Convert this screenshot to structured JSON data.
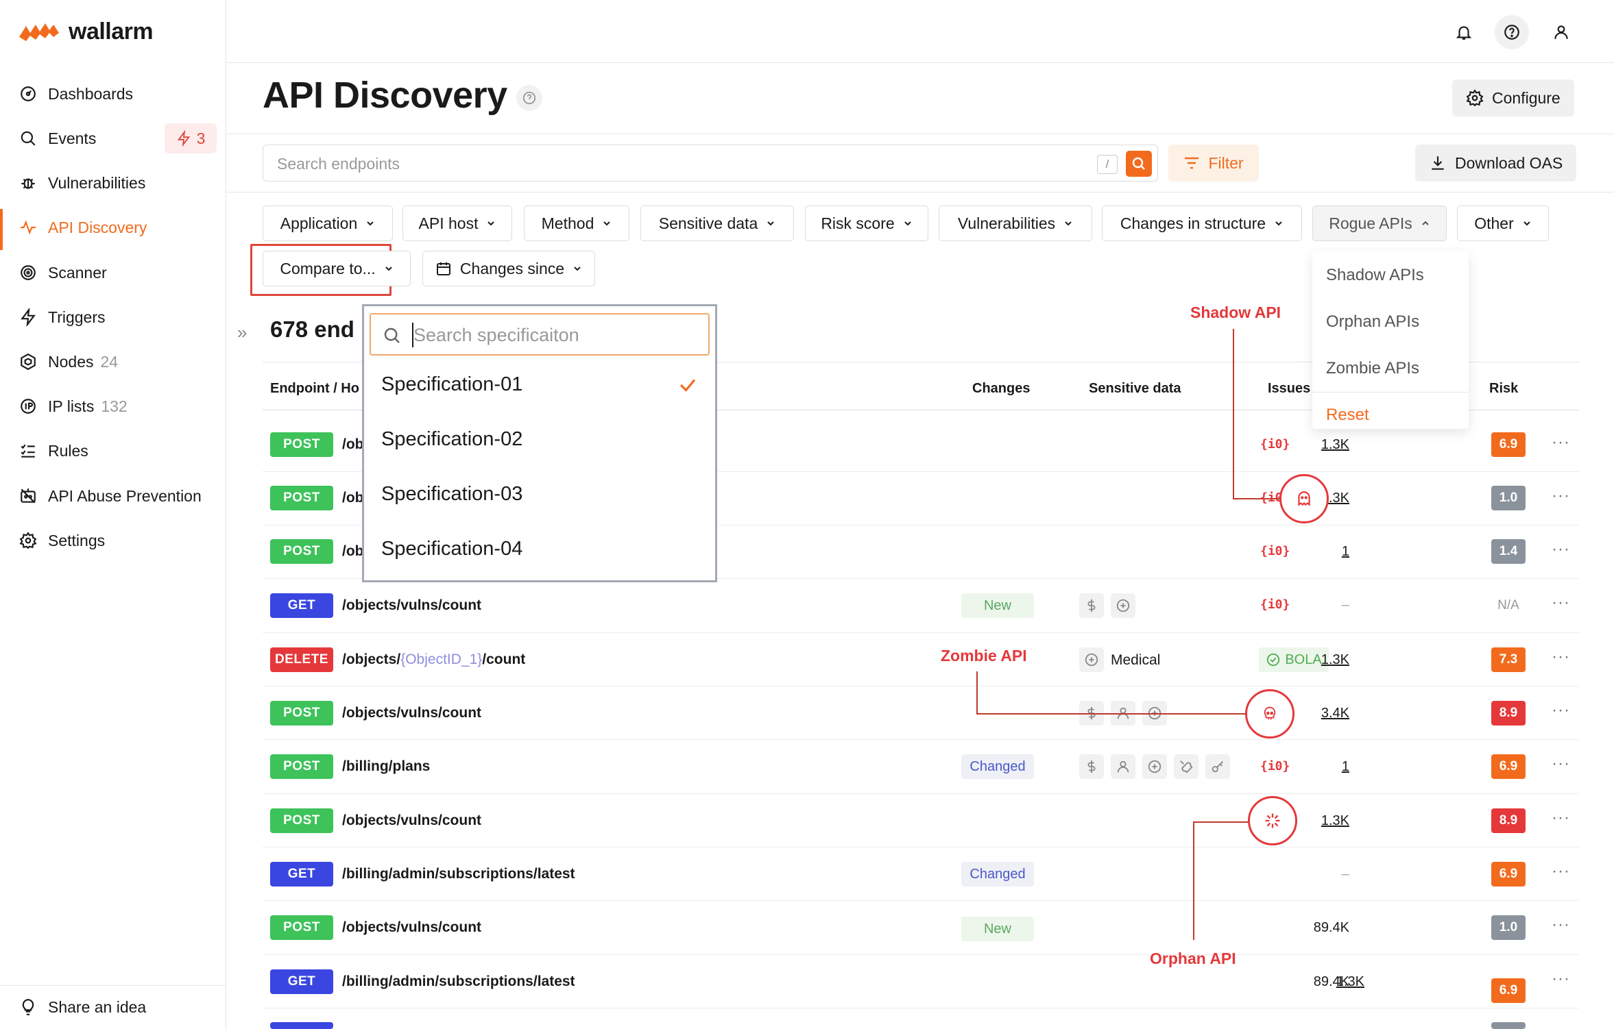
{
  "brand": {
    "name": "wallarm",
    "accent": "#f26b1d"
  },
  "sidebar": {
    "items": [
      {
        "label": "Dashboards",
        "icon": "dashboard-icon",
        "count": ""
      },
      {
        "label": "Events",
        "icon": "search-icon",
        "count": ""
      },
      {
        "label": "Vulnerabilities",
        "icon": "bug-icon",
        "count": ""
      },
      {
        "label": "API Discovery",
        "icon": "pulse-icon",
        "count": ""
      },
      {
        "label": "Scanner",
        "icon": "radar-icon",
        "count": ""
      },
      {
        "label": "Triggers",
        "icon": "lightning-icon",
        "count": ""
      },
      {
        "label": "Nodes",
        "icon": "nodes-icon",
        "count": "24"
      },
      {
        "label": "IP lists",
        "icon": "ip-icon",
        "count": "132"
      },
      {
        "label": "Rules",
        "icon": "rules-icon",
        "count": ""
      },
      {
        "label": "API Abuse Prevention",
        "icon": "bot-icon",
        "count": ""
      },
      {
        "label": "Settings",
        "icon": "gear-icon",
        "count": ""
      }
    ],
    "events_badge": "3",
    "footer": "Share an idea"
  },
  "header": {
    "title": "API Discovery",
    "configure": "Configure",
    "search_placeholder": "Search endpoints",
    "slash_hint": "/",
    "filter": "Filter",
    "download": "Download OAS"
  },
  "filters": {
    "chips": [
      "Application",
      "API host",
      "Method",
      "Sensitive data",
      "Risk score",
      "Vulnerabilities",
      "Changes in structure",
      "Rogue APIs",
      "Other"
    ],
    "compare": "Compare to...",
    "changes_since": "Changes since"
  },
  "rogue_menu": {
    "items": [
      "Shadow APIs",
      "Orphan APIs",
      "Zombie APIs"
    ],
    "reset": "Reset"
  },
  "spec_dropdown": {
    "placeholder": "Search specificaiton",
    "items": [
      "Specification-01",
      "Specification-02",
      "Specification-03",
      "Specification-04"
    ],
    "selected": "Specification-01"
  },
  "table": {
    "count_title": "678 end",
    "headers": {
      "endpoint": "Endpoint / Ho",
      "changes": "Changes",
      "sensitive": "Sensitive data",
      "issues": "Issues",
      "risk": "Risk"
    },
    "rows": [
      {
        "method": "POST",
        "path": "/ob",
        "change": "",
        "issue": "{i0}",
        "hits": "1.3K",
        "risk": "6.9"
      },
      {
        "method": "POST",
        "path": "/ob",
        "change": "",
        "issue": "{i0}",
        "hits": "1.3K",
        "risk": "1.0"
      },
      {
        "method": "POST",
        "path": "/ob",
        "change": "",
        "issue": "{i0}",
        "hits": "1",
        "risk": "1.4"
      },
      {
        "method": "GET",
        "path": "/objects/vulns/count",
        "change": "New",
        "issue": "{i0}",
        "hits": "–",
        "risk": "N/A"
      },
      {
        "method": "DELETE",
        "path_pre": "/objects/",
        "path_param": "{ObjectID_1}",
        "path_post": "/count",
        "change": "",
        "sensitive": "Medical",
        "issue": "BOLA",
        "hits": "1.3K",
        "risk": "7.3"
      },
      {
        "method": "POST",
        "path": "/objects/vulns/count",
        "change": "",
        "issue": "",
        "hits": "3.4K",
        "risk": "8.9"
      },
      {
        "method": "POST",
        "path": "/billing/plans",
        "change": "Changed",
        "issue": "{i0}",
        "hits": "1",
        "risk": "6.9"
      },
      {
        "method": "POST",
        "path": "/objects/vulns/count",
        "change": "",
        "issue": "",
        "hits": "1.3K",
        "risk": "8.9"
      },
      {
        "method": "GET",
        "path": "/billing/admin/subscriptions/latest",
        "change": "Changed",
        "issue": "",
        "hits": "–",
        "risk": "6.9"
      },
      {
        "method": "POST",
        "path": "/objects/vulns/count",
        "change": "New",
        "issue": "",
        "hits": "89.4K",
        "risk": "1.0"
      },
      {
        "method": "GET",
        "path": "/billing/admin/subscriptions/latest",
        "change": "",
        "issue": "1.3K",
        "hits": "89.4K",
        "risk": "6.9"
      }
    ]
  },
  "annotations": {
    "shadow": "Shadow API",
    "zombie": "Zombie API",
    "orphan": "Orphan API"
  }
}
